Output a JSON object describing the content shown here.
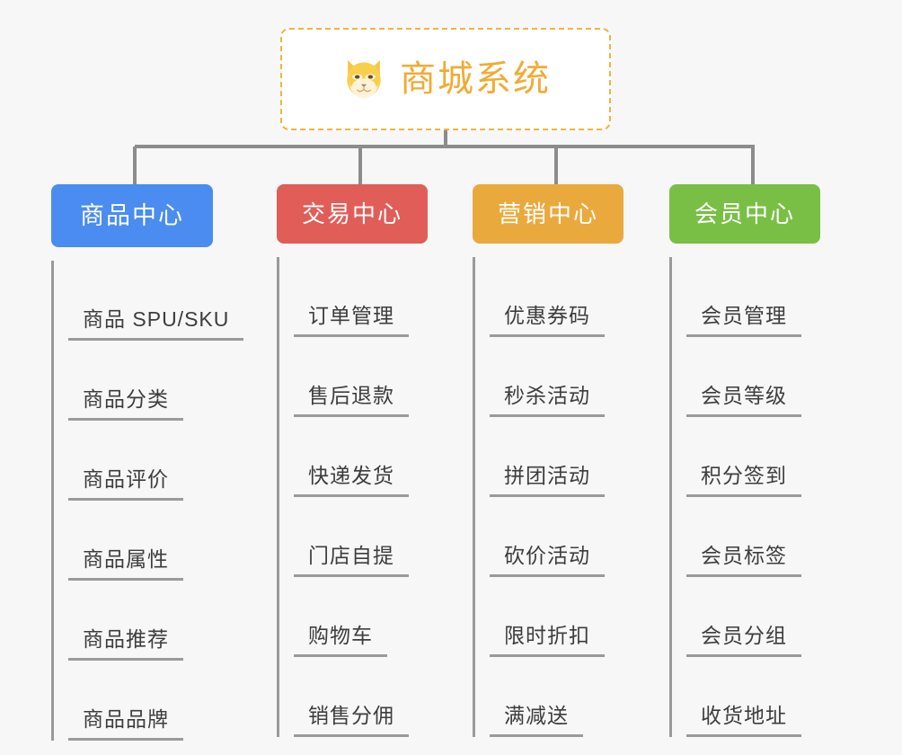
{
  "root": {
    "title": "商城系统",
    "icon": "shiba-dog-face-icon",
    "border_color": "#f2b33d",
    "text_color": "#f0ab36"
  },
  "background_color": "#f7f7f7",
  "connector_color": "#8c8c8c",
  "columns": [
    {
      "title": "商品中心",
      "color": "#4a8cf0",
      "items": [
        "商品 SPU/SKU",
        "商品分类",
        "商品评价",
        "商品属性",
        "商品推荐",
        "商品品牌"
      ]
    },
    {
      "title": "交易中心",
      "color": "#e15d58",
      "items": [
        "订单管理",
        "售后退款",
        "快递发货",
        "门店自提",
        "购物车",
        "销售分佣"
      ]
    },
    {
      "title": "营销中心",
      "color": "#eaa93c",
      "items": [
        "优惠券码",
        "秒杀活动",
        "拼团活动",
        "砍价活动",
        "限时折扣",
        "满减送"
      ]
    },
    {
      "title": "会员中心",
      "color": "#79bf45",
      "items": [
        "会员管理",
        "会员等级",
        "积分签到",
        "会员标签",
        "会员分组",
        "收货地址"
      ]
    }
  ]
}
